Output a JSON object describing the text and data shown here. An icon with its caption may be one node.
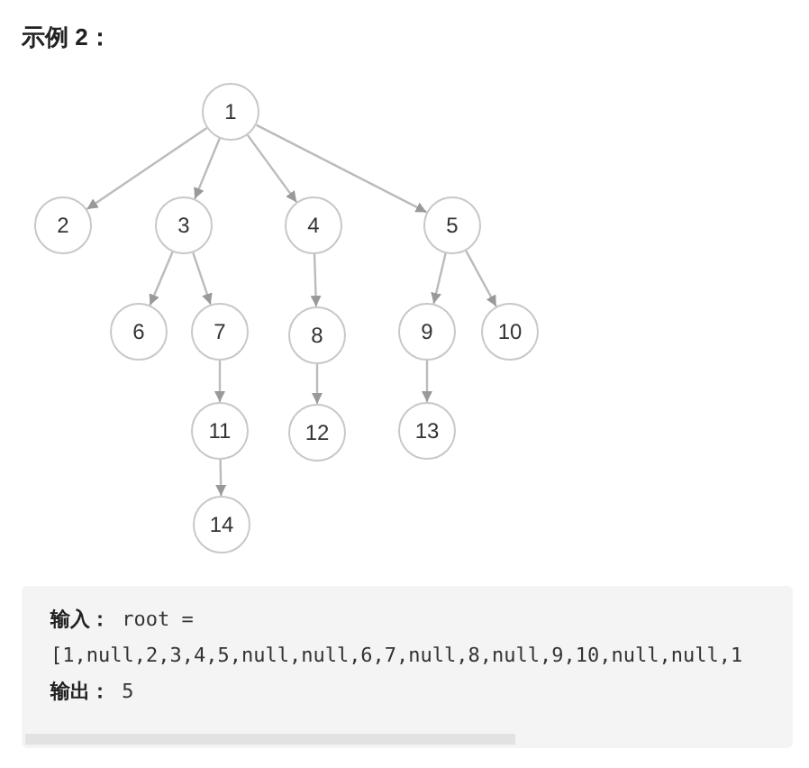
{
  "diagram": {
    "title": "示例 2：",
    "nodes": [
      {
        "text": [
          "1"
        ]
      },
      {
        "text": [
          "2"
        ]
      },
      {
        "text": [
          "3"
        ]
      },
      {
        "text": [
          "4"
        ]
      },
      {
        "text": [
          "5"
        ]
      },
      {
        "text": [
          "6"
        ]
      },
      {
        "text": [
          "7"
        ]
      },
      {
        "text": [
          "8"
        ]
      },
      {
        "text": [
          "9"
        ]
      },
      {
        "text": [
          "10"
        ]
      },
      {
        "text": [
          "11"
        ]
      },
      {
        "text": [
          "12"
        ]
      },
      {
        "text": [
          "13"
        ]
      },
      {
        "text": [
          "14"
        ]
      }
    ],
    "edges": [
      {
        "from": 0,
        "to": 1,
        "arrow": "to"
      },
      {
        "from": 0,
        "to": 2,
        "arrow": "to"
      },
      {
        "from": 0,
        "to": 3,
        "arrow": "to"
      },
      {
        "from": 0,
        "to": 4,
        "arrow": "to"
      },
      {
        "from": 2,
        "to": 5,
        "arrow": "to"
      },
      {
        "from": 2,
        "to": 6,
        "arrow": "to"
      },
      {
        "from": 3,
        "to": 7,
        "arrow": "to"
      },
      {
        "from": 4,
        "to": 8,
        "arrow": "to"
      },
      {
        "from": 4,
        "to": 9,
        "arrow": "to"
      },
      {
        "from": 6,
        "to": 10,
        "arrow": "to"
      },
      {
        "from": 7,
        "to": 11,
        "arrow": "to"
      },
      {
        "from": 8,
        "to": 12,
        "arrow": "to"
      },
      {
        "from": 10,
        "to": 13,
        "arrow": "to"
      }
    ],
    "labels": [
      "**输入：** root =",
      "[1,null,2,3,4,5,null,null,6,7,null,8,null,9,10,null,null,1",
      "**输出：** 5"
    ]
  }
}
